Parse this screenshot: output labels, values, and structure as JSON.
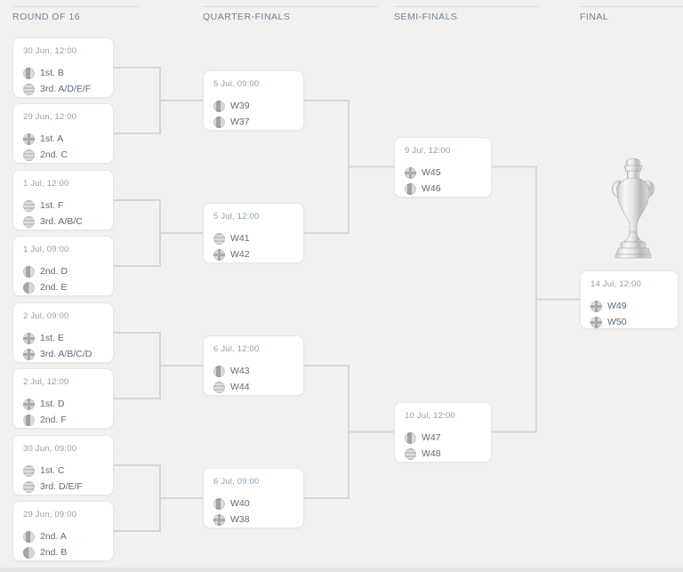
{
  "columns": [
    {
      "label": "ROUND OF 16"
    },
    {
      "label": "QUARTER-FINALS"
    },
    {
      "label": "SEMI-FINALS"
    },
    {
      "label": "FINAL"
    }
  ],
  "rounds": {
    "round_of_16": [
      {
        "datetime": "30 Jun, 12:00",
        "teams": [
          {
            "name": "1st. B",
            "icon": "ball-vstripe"
          },
          {
            "name": "3rd. A/D/E/F",
            "icon": "ball-hstripes"
          }
        ]
      },
      {
        "datetime": "29 Jun, 12:00",
        "teams": [
          {
            "name": "1st. A",
            "icon": "ball-cross"
          },
          {
            "name": "2nd. C",
            "icon": "ball-hstripes"
          }
        ]
      },
      {
        "datetime": "1 Jul, 12:00",
        "teams": [
          {
            "name": "1st. F",
            "icon": "ball-hstripes"
          },
          {
            "name": "3rd. A/B/C",
            "icon": "ball-hstripes"
          }
        ]
      },
      {
        "datetime": "1 Jul, 09:00",
        "teams": [
          {
            "name": "2nd. D",
            "icon": "ball-vstripe"
          },
          {
            "name": "2nd. E",
            "icon": "ball-half"
          }
        ]
      },
      {
        "datetime": "2 Jul, 09:00",
        "teams": [
          {
            "name": "1st. E",
            "icon": "ball-cross"
          },
          {
            "name": "3rd. A/B/C/D",
            "icon": "ball-cross"
          }
        ]
      },
      {
        "datetime": "2 Jul, 12:00",
        "teams": [
          {
            "name": "1st. D",
            "icon": "ball-cross"
          },
          {
            "name": "2nd. F",
            "icon": "ball-vstripe"
          }
        ]
      },
      {
        "datetime": "30 Jun, 09:00",
        "teams": [
          {
            "name": "1st. C",
            "icon": "ball-hstripes"
          },
          {
            "name": "3rd. D/E/F",
            "icon": "ball-hstripes"
          }
        ]
      },
      {
        "datetime": "29 Jun, 09:00",
        "teams": [
          {
            "name": "2nd. A",
            "icon": "ball-vstripe"
          },
          {
            "name": "2nd. B",
            "icon": "ball-half"
          }
        ]
      }
    ],
    "quarter_finals": [
      {
        "datetime": "5 Jul, 09:00",
        "teams": [
          {
            "name": "W39",
            "icon": "ball-vstripe"
          },
          {
            "name": "W37",
            "icon": "ball-vstripe"
          }
        ]
      },
      {
        "datetime": "5 Jul, 12:00",
        "teams": [
          {
            "name": "W41",
            "icon": "ball-hstripes"
          },
          {
            "name": "W42",
            "icon": "ball-cross"
          }
        ]
      },
      {
        "datetime": "6 Jul, 12:00",
        "teams": [
          {
            "name": "W43",
            "icon": "ball-vstripe"
          },
          {
            "name": "W44",
            "icon": "ball-hstripes"
          }
        ]
      },
      {
        "datetime": "6 Jul, 09:00",
        "teams": [
          {
            "name": "W40",
            "icon": "ball-vstripe"
          },
          {
            "name": "W38",
            "icon": "ball-cross"
          }
        ]
      }
    ],
    "semi_finals": [
      {
        "datetime": "9 Jul, 12:00",
        "teams": [
          {
            "name": "W45",
            "icon": "ball-cross"
          },
          {
            "name": "W46",
            "icon": "ball-vstripe"
          }
        ]
      },
      {
        "datetime": "10 Jul, 12:00",
        "teams": [
          {
            "name": "W47",
            "icon": "ball-vstripe"
          },
          {
            "name": "W48",
            "icon": "ball-hstripes"
          }
        ]
      }
    ],
    "final": [
      {
        "datetime": "14 Jul, 12:00",
        "teams": [
          {
            "name": "W49",
            "icon": "ball-cross"
          },
          {
            "name": "W50",
            "icon": "ball-cross"
          }
        ]
      }
    ]
  },
  "colors": {
    "background": "#f1f1f2",
    "card_background": "#ffffff",
    "card_border": "#e6e6e8",
    "date_text": "#8e9fb1",
    "team_text": "#5b6b7b",
    "header_text": "#76838f",
    "connector": "#d5d6d8"
  }
}
